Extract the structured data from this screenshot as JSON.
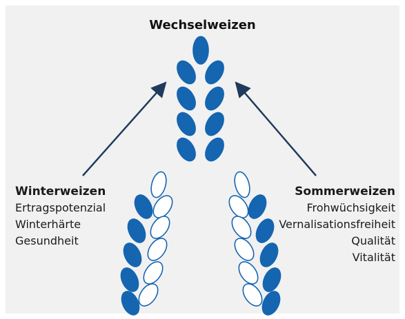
{
  "title": "Wechselweizen",
  "left": {
    "heading": "Winterweizen",
    "traits": [
      "Ertragspotenzial",
      "Winterhärte",
      "Gesundheit"
    ]
  },
  "right": {
    "heading": "Sommerweizen",
    "traits": [
      "Frohwüchsigkeit",
      "Vernalisationsfreiheit",
      "Qualität",
      "Vitalität"
    ]
  },
  "colors": {
    "background": "#f1f1f1",
    "grain_blue": "#1565b0",
    "grain_white": "#ffffff",
    "arrow": "#1f3a5c"
  },
  "icons": {
    "center": "wheat-ear-blue",
    "left": "wheat-ear-half-blue-left",
    "right": "wheat-ear-half-blue-right"
  }
}
